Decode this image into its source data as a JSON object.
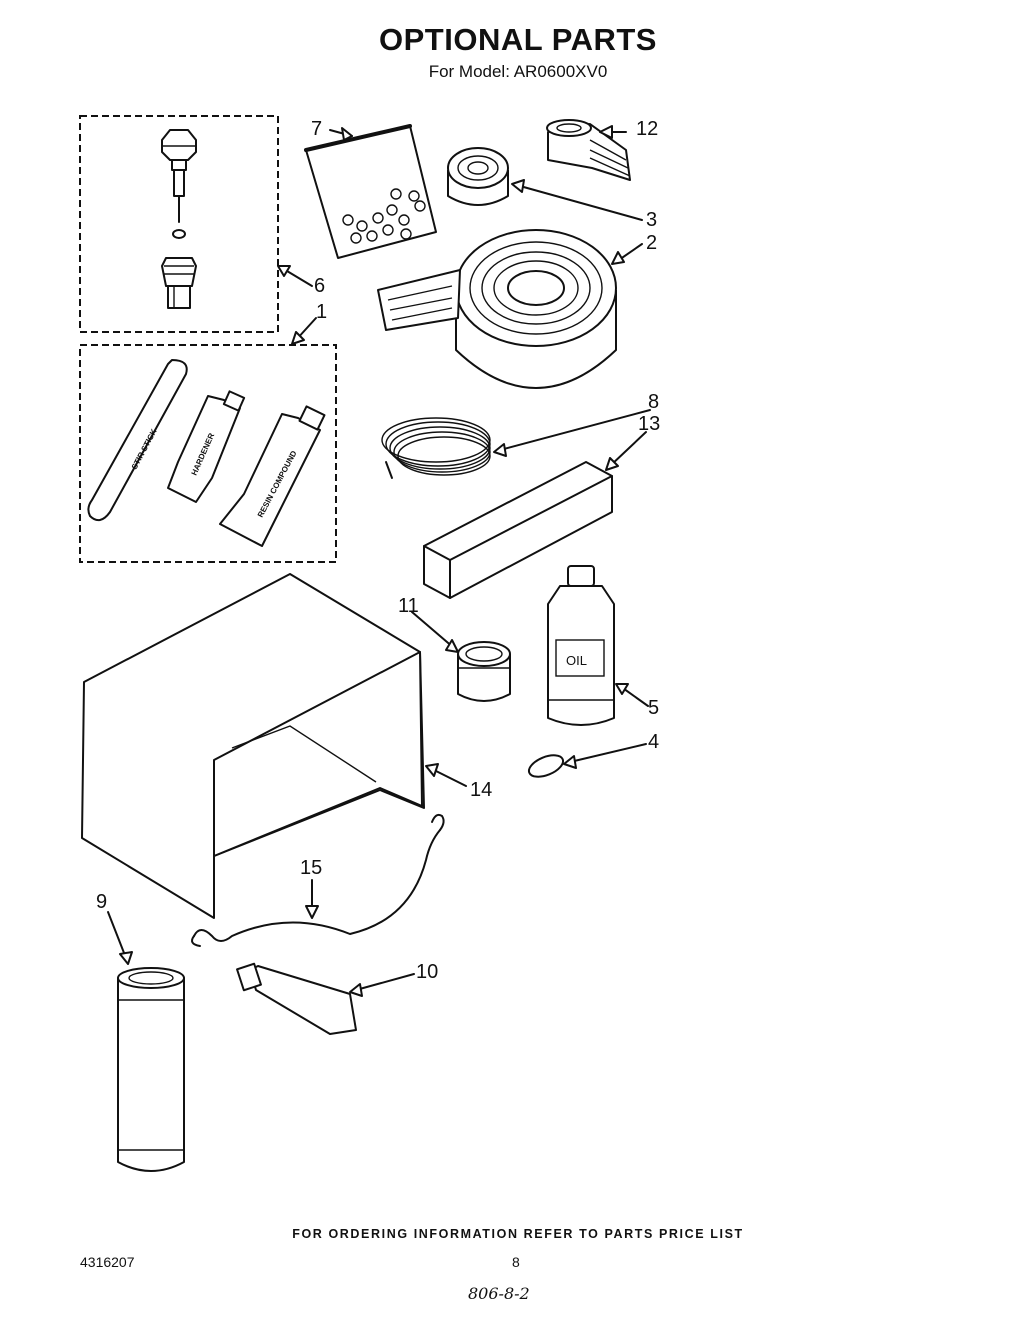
{
  "header": {
    "title": "OPTIONAL PARTS",
    "subtitle": "For Model: AR0600XV0"
  },
  "parts": [
    {
      "number": "1",
      "callout": "repair kit group"
    },
    {
      "number": "2",
      "callout": "foam seal roll"
    },
    {
      "number": "3",
      "callout": "small foam roll"
    },
    {
      "number": "4",
      "callout": "capsule"
    },
    {
      "number": "5",
      "callout": "oil bottle"
    },
    {
      "number": "6",
      "callout": "valve assembly"
    },
    {
      "number": "7",
      "callout": "bag of parts"
    },
    {
      "number": "8",
      "callout": "wire coil"
    },
    {
      "number": "9",
      "callout": "spray can"
    },
    {
      "number": "10",
      "callout": "tube"
    },
    {
      "number": "11",
      "callout": "small can"
    },
    {
      "number": "12",
      "callout": "tape"
    },
    {
      "number": "13",
      "callout": "foam block"
    },
    {
      "number": "14",
      "callout": "cover"
    },
    {
      "number": "15",
      "callout": "cord with hooks"
    }
  ],
  "kit_labels": {
    "stick": "STIR STICK",
    "hardener": "HARDENER",
    "resin": "RESIN COMPOUND",
    "oil": "OIL"
  },
  "footer": {
    "ordering": "FOR ORDERING INFORMATION REFER TO PARTS PRICE LIST",
    "part_number": "4316207",
    "page": "8",
    "handwritten": "806-8-2"
  }
}
